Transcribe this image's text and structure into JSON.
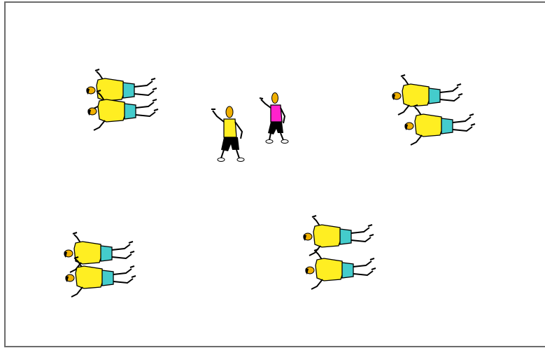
{
  "diagram": {
    "background": "#ffffff",
    "border_color": "#6b6b6b",
    "colors": {
      "team_shirt": "#ffee22",
      "team_shorts": "#44cccc",
      "skin": "#f0b000",
      "outline": "#000000",
      "center_player_shirt": "#ffee22",
      "center_player_shorts": "#000000",
      "partner_shirt": "#ff22cc",
      "partner_shorts": "#000000"
    },
    "groups": [
      {
        "id": "group-top-left",
        "players": 2,
        "orientation": "lying"
      },
      {
        "id": "group-top-right",
        "players": 2,
        "orientation": "lying"
      },
      {
        "id": "group-bottom-left",
        "players": 2,
        "orientation": "lying"
      },
      {
        "id": "group-bottom-center",
        "players": 2,
        "orientation": "lying"
      }
    ],
    "center_players": [
      {
        "id": "standing-player-yellow",
        "shirt": "yellow"
      },
      {
        "id": "standing-player-magenta",
        "shirt": "magenta"
      }
    ]
  }
}
